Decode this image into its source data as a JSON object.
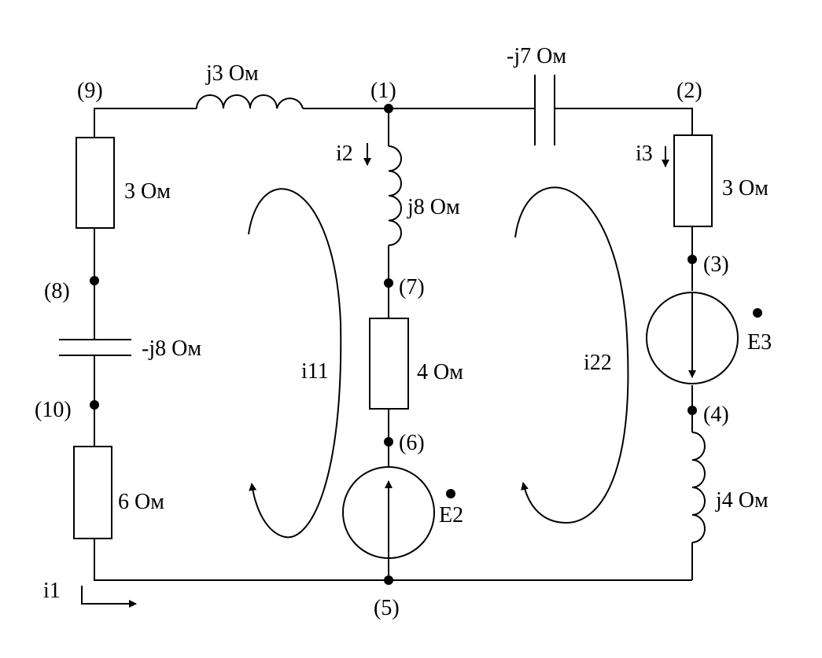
{
  "nodes": {
    "n1": "(1)",
    "n2": "(2)",
    "n3": "(3)",
    "n4": "(4)",
    "n5": "(5)",
    "n6": "(6)",
    "n7": "(7)",
    "n8": "(8)",
    "n9": "(9)",
    "n10": "(10)"
  },
  "components": {
    "ind_9_1": "j3 Ом",
    "cap_1_2": "-j7 Ом",
    "res_9_8": "3 Ом",
    "cap_8_10": "-j8 Ом",
    "res_10_5": "6 Ом",
    "ind_1_7": "j8 Ом",
    "res_7_6": "4 Ом",
    "res_2_3": "3 Ом",
    "ind_4_5": "j4 Ом"
  },
  "sources": {
    "e2": "E2",
    "e3": "E3"
  },
  "currents": {
    "i1": "i1",
    "i2": "i2",
    "i3": "i3"
  },
  "loops": {
    "i11": "i11",
    "i22": "i22"
  }
}
